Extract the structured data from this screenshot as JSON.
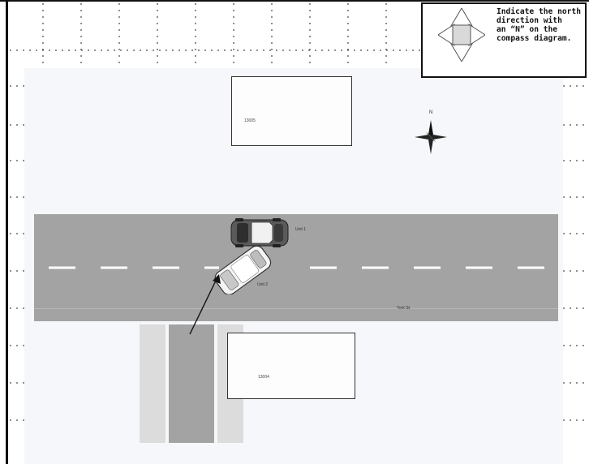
{
  "legend": {
    "instruction_lines": [
      "Indicate the north",
      "direction with",
      "an “N” on the",
      "compass diagram."
    ],
    "icon": "compass-rose-icon"
  },
  "diagram": {
    "north_marker": "N",
    "buildings": [
      {
        "id": "north-building",
        "label": "13005"
      },
      {
        "id": "south-building",
        "label": "13004"
      }
    ],
    "vehicles": [
      {
        "id": "unit-1",
        "label": "Unit 1",
        "color": "#555555"
      },
      {
        "id": "unit-2",
        "label": "Unit 2",
        "color": "#f2f2f2"
      }
    ],
    "street_label": "York St."
  },
  "colors": {
    "road": "#a3a3a3",
    "lane_marking": "#ffffff",
    "crosswalk_light": "#dcdcdc",
    "crosswalk_dark": "#a3a3a3",
    "frame": "#111111"
  }
}
